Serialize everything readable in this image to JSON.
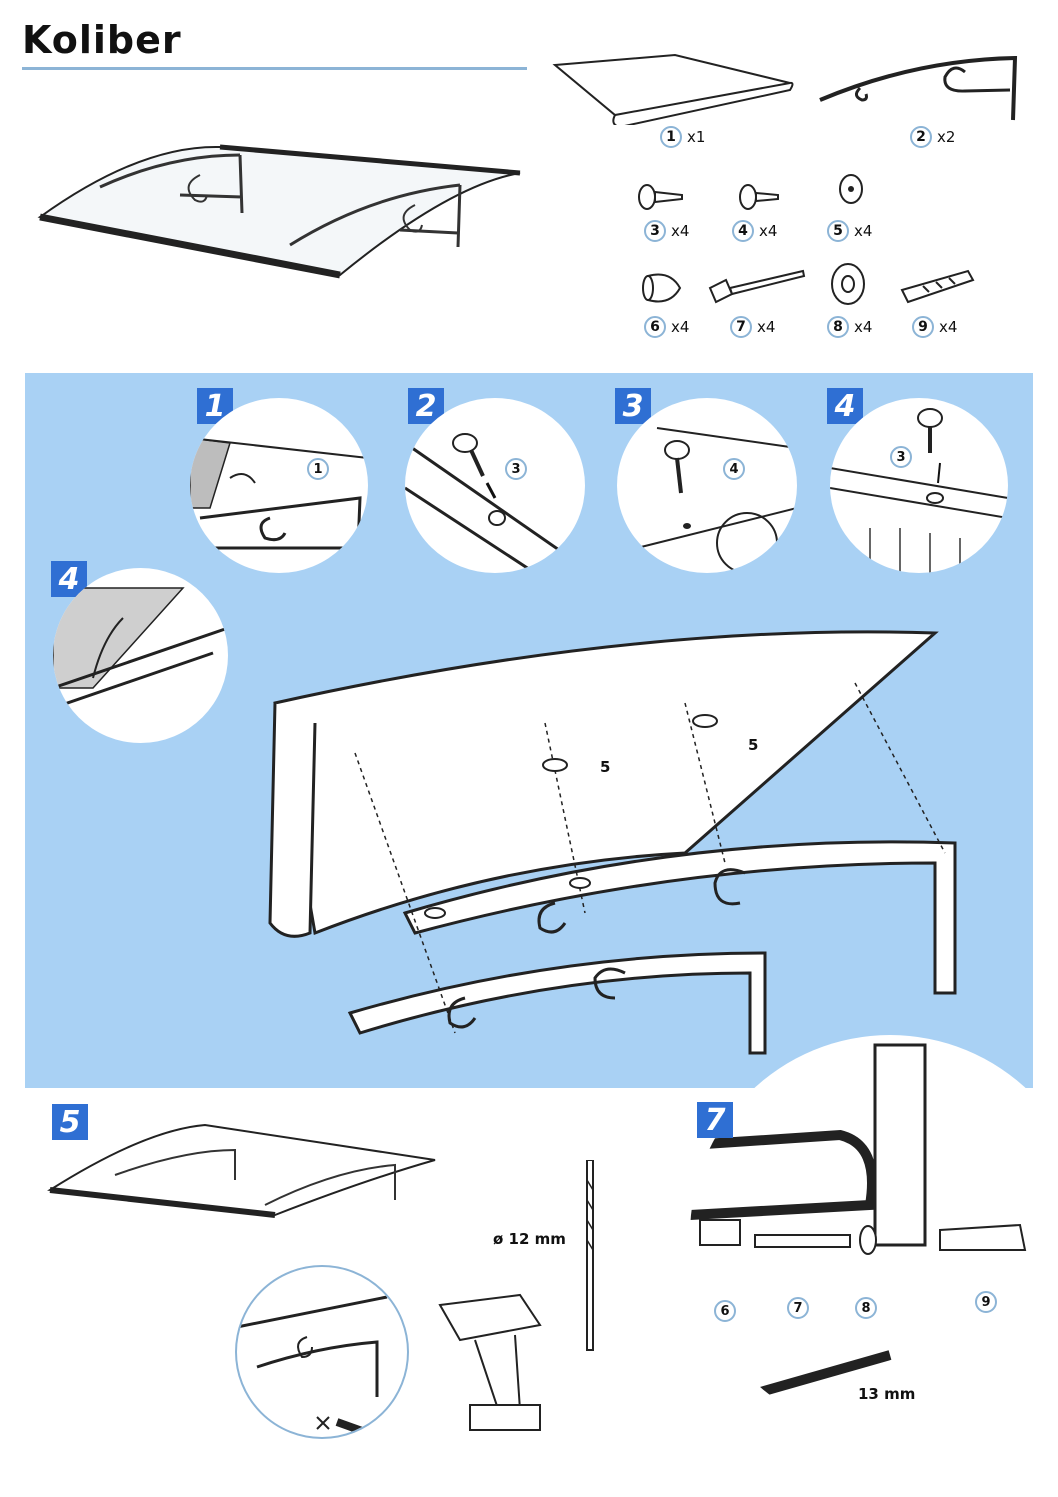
{
  "header": {
    "title": "Koliber"
  },
  "parts": [
    {
      "num": "1",
      "qty": "x1",
      "icon": "canopy-panel-icon"
    },
    {
      "num": "2",
      "qty": "x2",
      "icon": "bracket-icon"
    },
    {
      "num": "3",
      "qty": "x4",
      "icon": "screw-icon"
    },
    {
      "num": "4",
      "qty": "x4",
      "icon": "washer-screw-icon"
    },
    {
      "num": "5",
      "qty": "x4",
      "icon": "washer-icon"
    },
    {
      "num": "6",
      "qty": "x4",
      "icon": "cap-icon"
    },
    {
      "num": "7",
      "qty": "x4",
      "icon": "lag-bolt-icon"
    },
    {
      "num": "8",
      "qty": "x4",
      "icon": "flat-washer-icon"
    },
    {
      "num": "9",
      "qty": "x4",
      "icon": "wall-plug-icon"
    }
  ],
  "steps": {
    "s1": {
      "num": "1",
      "tag": "1"
    },
    "s2": {
      "num": "2",
      "tag": "3"
    },
    "s3": {
      "num": "3",
      "tag": "4"
    },
    "s4": {
      "num": "4",
      "tag": "3"
    },
    "s4b": {
      "num": "4"
    },
    "s5": {
      "num": "5"
    },
    "s7": {
      "num": "7",
      "tags": [
        "6",
        "7",
        "8",
        "9"
      ]
    }
  },
  "main": {
    "washer_tags": [
      "5",
      "5"
    ]
  },
  "drill": {
    "diameter": "ø 12 mm"
  },
  "wrench": {
    "size": "13 mm"
  },
  "colors": {
    "panel": "#a9d1f4",
    "step_badge": "#2f6fd3",
    "rule": "#8cb4d6"
  }
}
